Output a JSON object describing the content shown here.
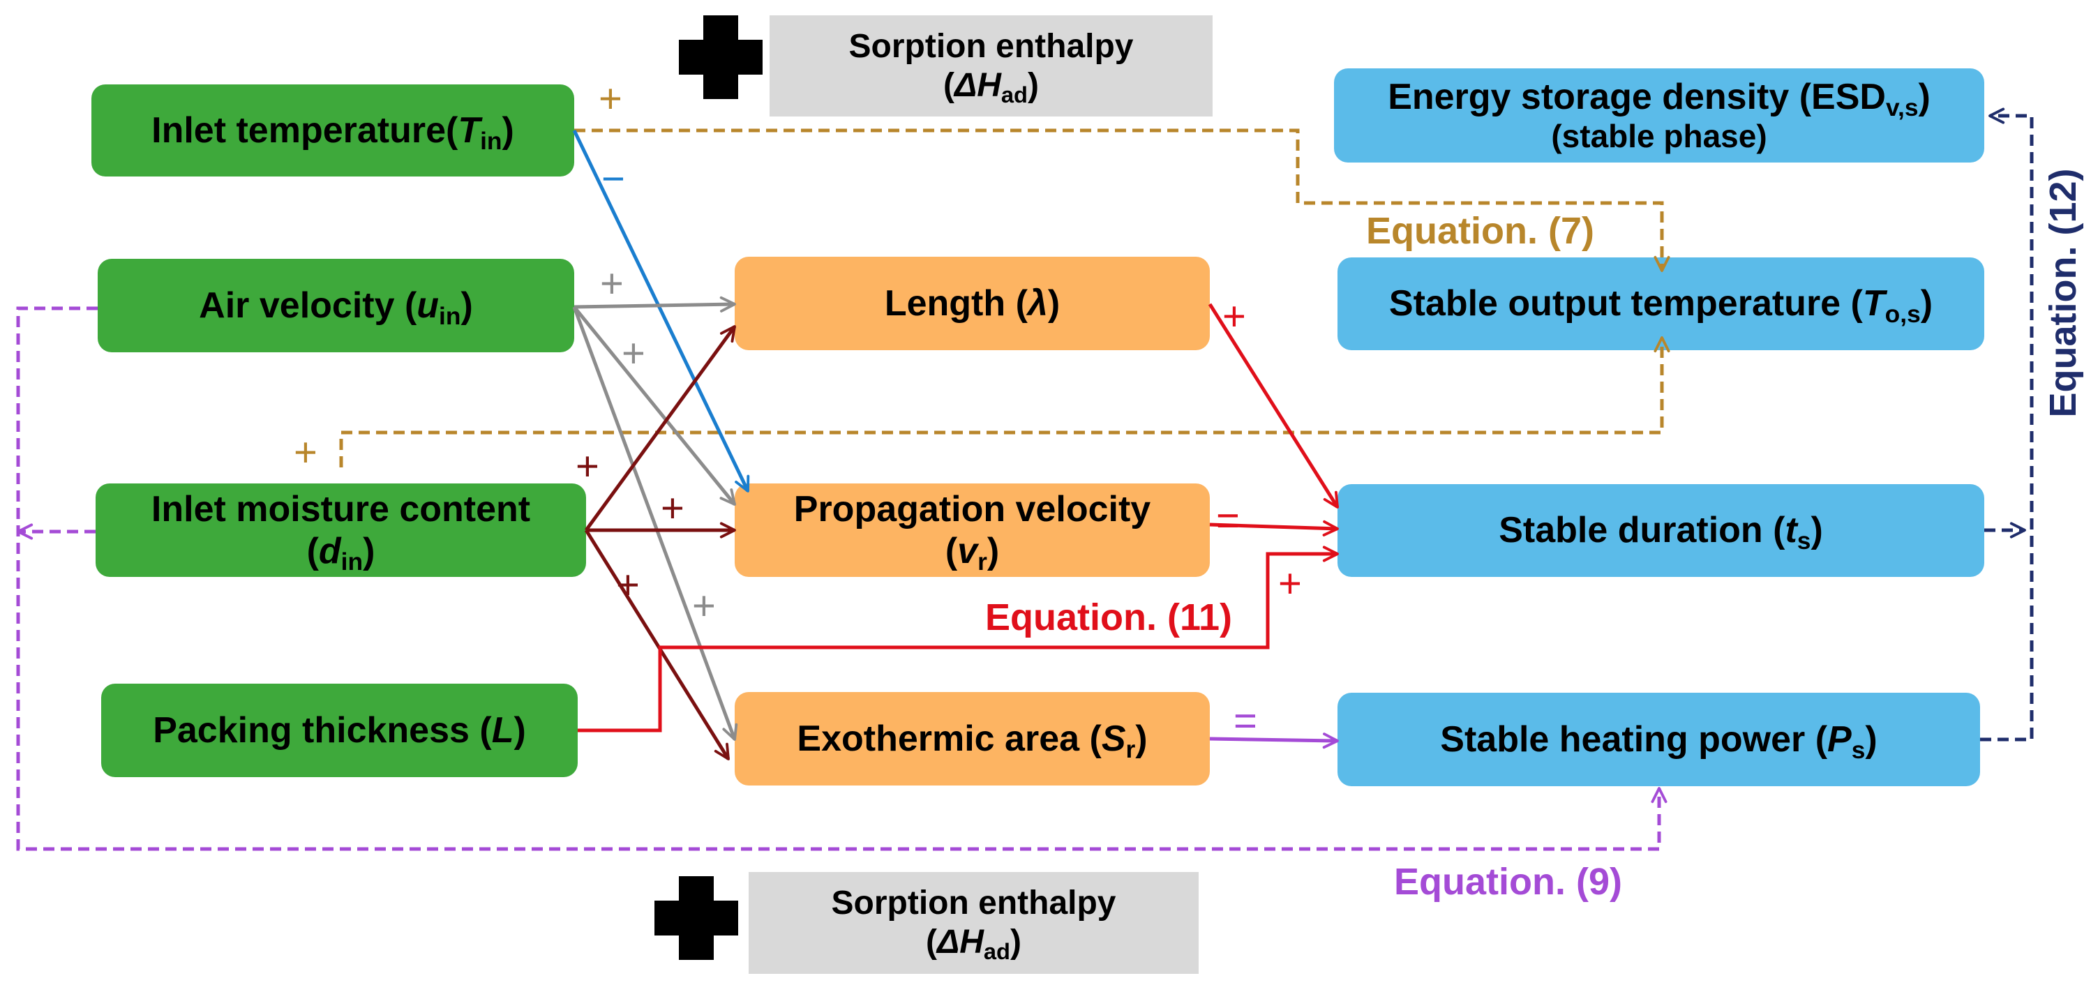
{
  "inputs": {
    "inlet_temperature": {
      "label": "Inlet temperature(",
      "symbol": "T",
      "sub": "in",
      "close": ")"
    },
    "air_velocity": {
      "label": "Air velocity (",
      "symbol": "u",
      "sub": "in",
      "close": ")"
    },
    "moisture": {
      "label": "Inlet moisture content",
      "open": "(",
      "symbol": "d",
      "sub": "in",
      "close": ")"
    },
    "packing": {
      "label": "Packing thickness (",
      "symbol": "L",
      "close": ")"
    }
  },
  "intermediates": {
    "length": {
      "label": "Length (",
      "symbol": "λ",
      "close": ")"
    },
    "propagation": {
      "label": "Propagation velocity",
      "open": "(",
      "symbol": "v",
      "sub": "r",
      "close": ")"
    },
    "exothermic": {
      "label": "Exothermic area (",
      "symbol": "S",
      "sub": "r",
      "close": ")"
    }
  },
  "outputs": {
    "esd": {
      "label": "Energy storage density (ESD",
      "sub": "v,s",
      "close": ")",
      "line2": "(stable phase)"
    },
    "output_temp": {
      "label": "Stable output temperature (",
      "symbol": "T",
      "sub": "o,s",
      "close": ")"
    },
    "duration": {
      "label": "Stable duration (",
      "symbol": "t",
      "sub": "s",
      "close": ")"
    },
    "heating_power": {
      "label": "Stable heating power (",
      "symbol": "P",
      "sub": "s",
      "close": ")"
    }
  },
  "sorption": {
    "title": "Sorption enthalpy",
    "open": "(",
    "symbol": "ΔH",
    "sub": "ad",
    "close": ")"
  },
  "equations": {
    "eq7": "Equation. (7)",
    "eq9": "Equation. (9)",
    "eq11": "Equation. (11)",
    "eq12": "Equation. (12)"
  },
  "signs": {
    "plus": "+",
    "minus": "−",
    "equal": "="
  },
  "colors": {
    "input_box": "#3ea93b",
    "intermediate_box": "#fdb462",
    "output_box": "#5bbbe9",
    "sorption_box": "#d9d9d9",
    "temperature_link": "#b8862b",
    "velocity_link": "#8c8c8c",
    "negative_link": "#1a7ecf",
    "moisture_link": "#7a1010",
    "duration_link": "#e00f1a",
    "power_link": "#a44bd6",
    "esd_link": "#1f2d6b"
  }
}
